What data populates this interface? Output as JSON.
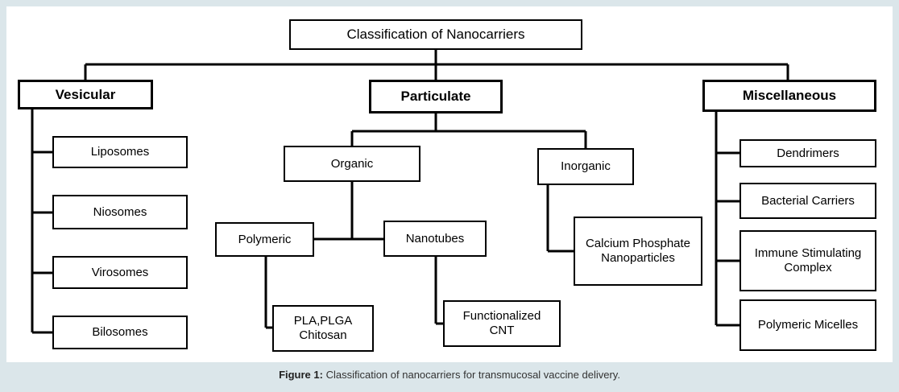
{
  "diagram": {
    "root": "Classification of Nanocarriers",
    "categories": {
      "vesicular": "Vesicular",
      "particulate": "Particulate",
      "miscellaneous": "Miscellaneous"
    },
    "vesicular_items": [
      "Liposomes",
      "Niosomes",
      "Virosomes",
      "Bilosomes"
    ],
    "particulate": {
      "organic": "Organic",
      "inorganic": "Inorganic",
      "polymeric": "Polymeric",
      "nanotubes": "Nanotubes",
      "polymeric_examples": "PLA,PLGA\nChitosan",
      "nanotubes_examples": "Functionalized\nCNT",
      "inorganic_examples": "Calcium Phosphate\nNanoparticles"
    },
    "miscellaneous_items": [
      "Dendrimers",
      "Bacterial Carriers",
      "Immune Stimulating\nComplex",
      "Polymeric Micelles"
    ]
  },
  "caption": {
    "label": "Figure 1:",
    "text": " Classification of nanocarriers for transmucosal vaccine delivery."
  }
}
